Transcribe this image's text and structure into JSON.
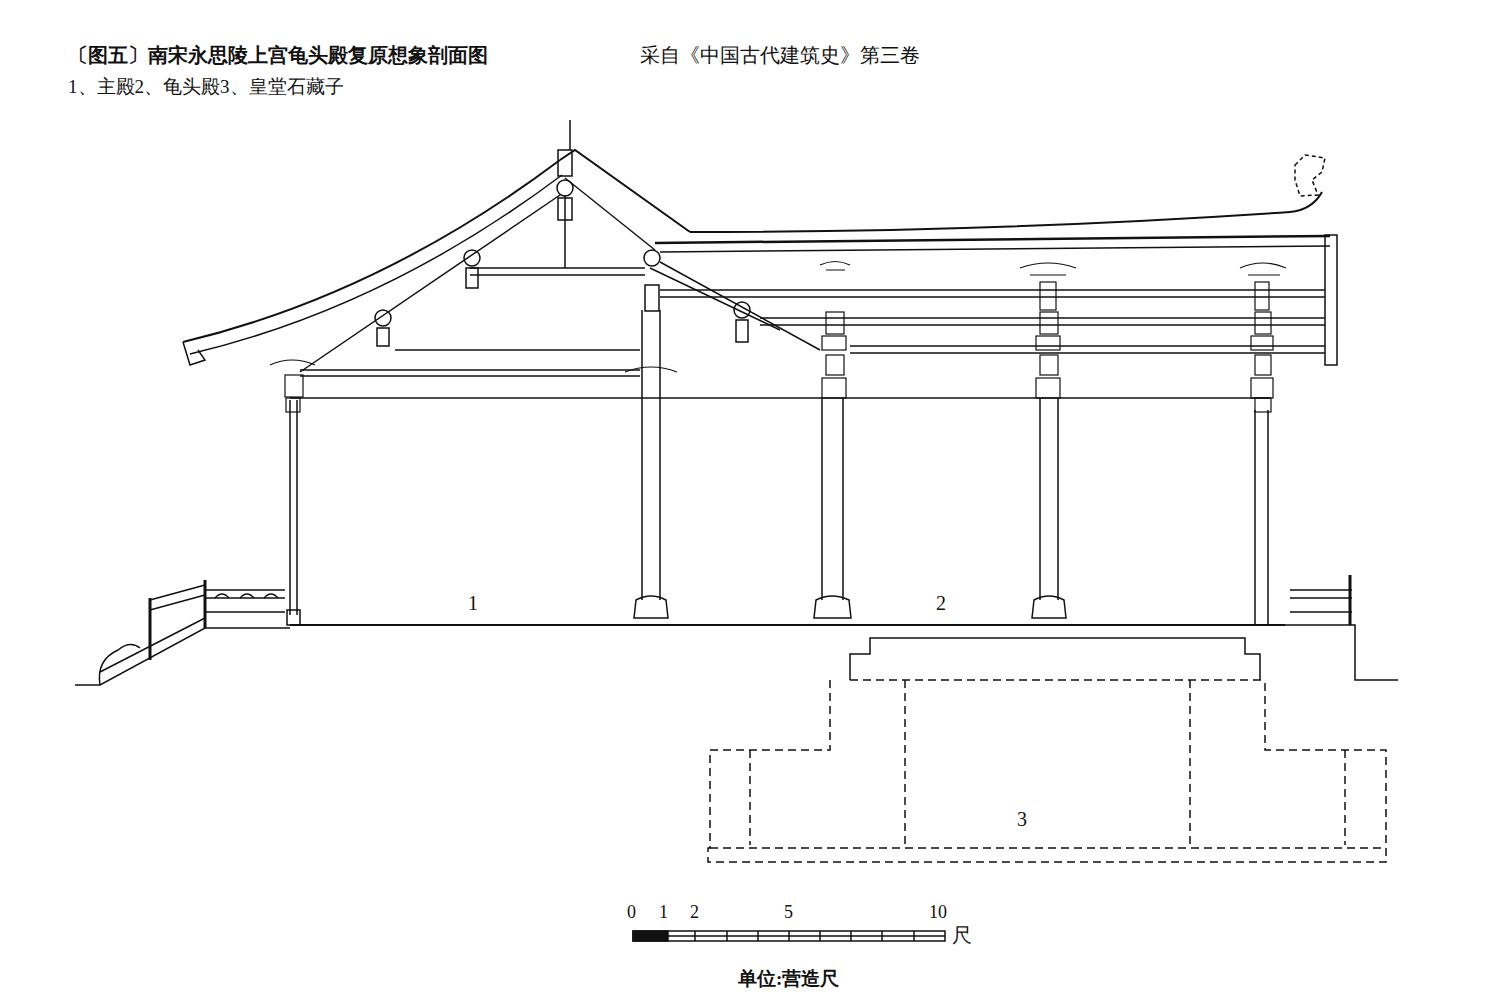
{
  "diagram": {
    "title": "〔图五〕南宋永思陵上宫龟头殿复原想象剖面图",
    "nodes": [
      {
        "text": [
          "3"
        ]
      }
    ],
    "labels": [
      "采自《中国古代建筑史》第三卷",
      "1、主殿2、龟头殿3、皇堂石藏子",
      "1",
      "2",
      "0",
      "1",
      "2",
      "5",
      "10",
      "尺",
      "单位:营造尺"
    ]
  }
}
